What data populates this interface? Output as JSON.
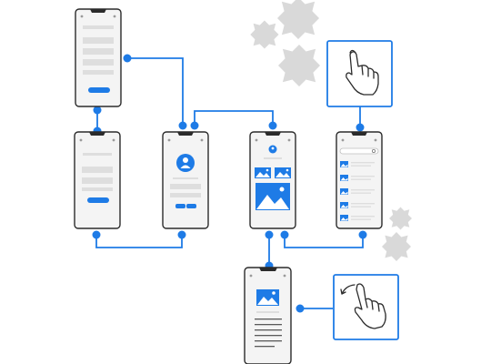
{
  "colors": {
    "accent": "#1e7be6",
    "outline": "#2b2b2b",
    "screen": "#f4f4f4",
    "placeholder": "#dedede",
    "gear": "#d9d9d9",
    "background": "#ffffff"
  },
  "screens": [
    {
      "id": "screen-login-top",
      "type": "form-with-button"
    },
    {
      "id": "screen-login-bottom",
      "type": "form-with-button"
    },
    {
      "id": "screen-profile",
      "type": "profile"
    },
    {
      "id": "screen-gallery",
      "type": "gallery"
    },
    {
      "id": "screen-list",
      "type": "image-list"
    },
    {
      "id": "screen-article",
      "type": "article"
    }
  ],
  "gestures": [
    {
      "id": "tap-gesture",
      "icon": "tap-hand-icon"
    },
    {
      "id": "swipe-gesture",
      "icon": "swipe-hand-icon"
    }
  ],
  "decorations": [
    "gear-icon",
    "gear-icon",
    "gear-icon",
    "gear-icon",
    "gear-icon"
  ]
}
